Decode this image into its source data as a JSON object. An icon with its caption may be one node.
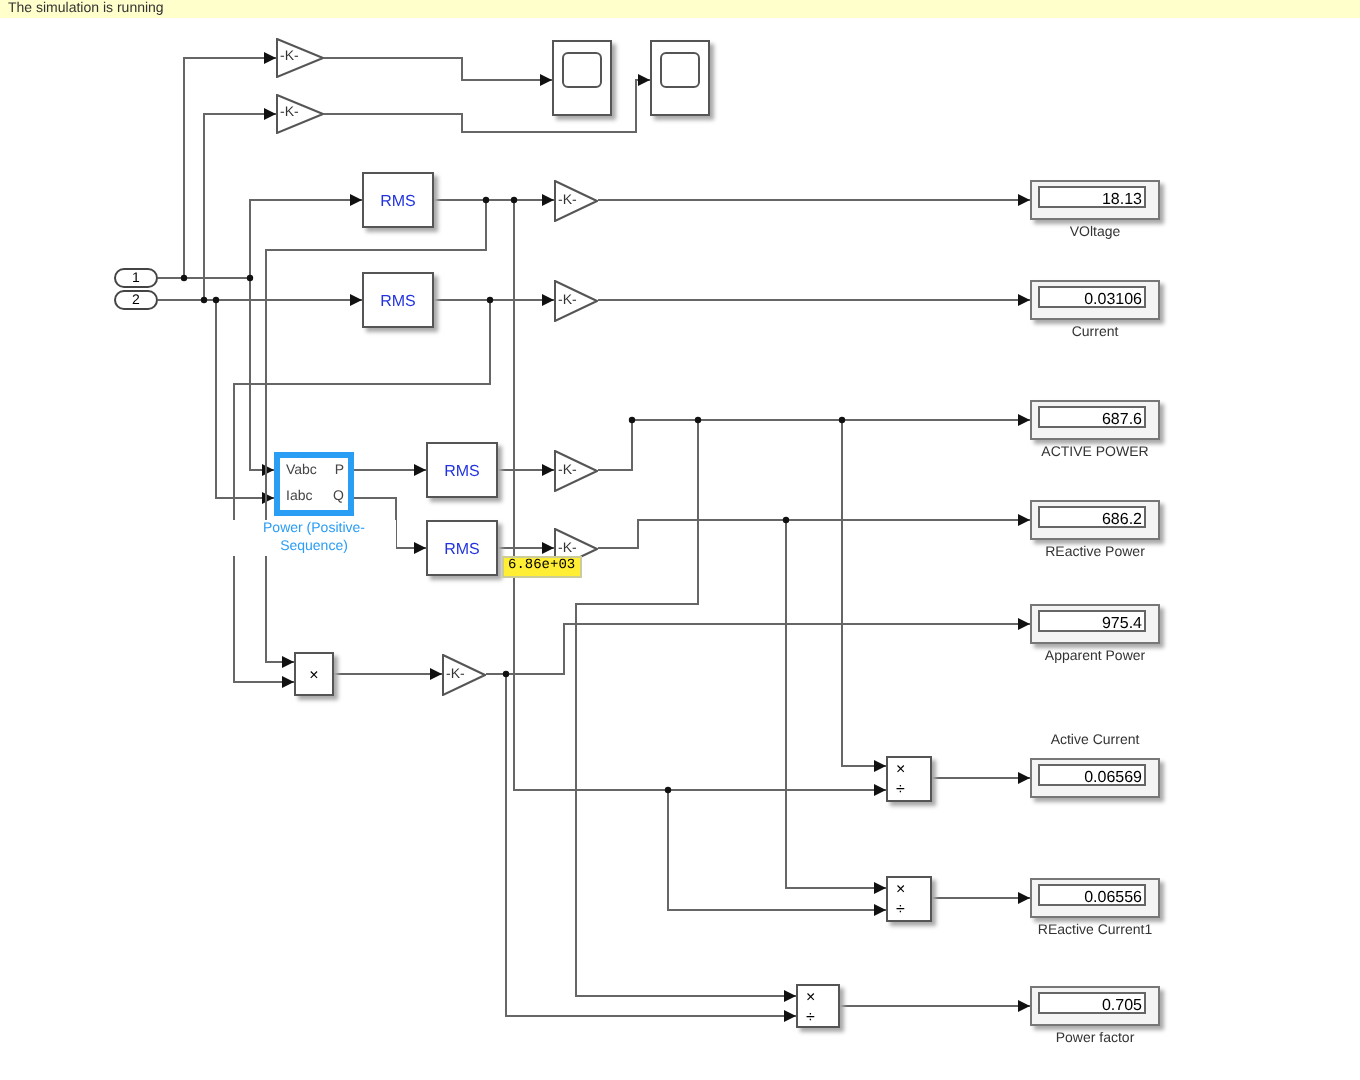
{
  "diagram": {
    "nodes": [
      {
        "text": [
          "1"
        ]
      },
      {
        "text": [
          "2"
        ]
      },
      {
        "text": [
          "-K-"
        ]
      },
      {
        "text": [
          "-K-"
        ]
      },
      {
        "text": [],
        "shape": "box"
      },
      {
        "text": [],
        "shape": "box"
      },
      {
        "text": [
          "RMS"
        ]
      },
      {
        "text": [
          "RMS"
        ]
      },
      {
        "text": [
          "-K-"
        ]
      },
      {
        "text": [
          "-K-"
        ]
      },
      {
        "text": [
          "18.13"
        ],
        "beside": [
          "VOltage"
        ]
      },
      {
        "text": [
          "0.03106"
        ],
        "beside": [
          "Current"
        ]
      },
      {
        "text": [
          "Vabc",
          "Iabc",
          "P",
          "Q"
        ],
        "beside": [
          "Power (Positive-Sequence)"
        ]
      },
      {
        "text": [
          "RMS"
        ]
      },
      {
        "text": [
          "RMS"
        ]
      },
      {
        "text": [
          "-K-"
        ]
      },
      {
        "text": [
          "-K-"
        ]
      },
      {
        "text": [
          "687.6"
        ],
        "beside": [
          "ACTIVE POWER"
        ]
      },
      {
        "text": [
          "686.2"
        ],
        "beside": [
          "REactive Power"
        ]
      },
      {
        "text": [
          "975.4"
        ],
        "beside": [
          "Apparent Power"
        ]
      },
      {
        "text": [
          "×"
        ]
      },
      {
        "text": [
          "-K-"
        ]
      },
      {
        "text": [
          "×",
          "÷"
        ]
      },
      {
        "text": [
          "0.06569"
        ],
        "beside": [
          "Active Current"
        ]
      },
      {
        "text": [
          "×",
          "÷"
        ]
      },
      {
        "text": [
          "0.06556"
        ],
        "beside": [
          "REactive Current1"
        ]
      },
      {
        "text": [
          "×",
          "÷"
        ]
      },
      {
        "text": [
          "0.705"
        ],
        "beside": [
          "Power factor"
        ]
      }
    ],
    "edges": [
      {
        "from": 0,
        "to": 2,
        "arrow": "to"
      },
      {
        "from": 0,
        "to": 6,
        "arrow": "to"
      },
      {
        "from": 0,
        "to": 12,
        "arrow": "to"
      },
      {
        "from": 1,
        "to": 3,
        "arrow": "to"
      },
      {
        "from": 1,
        "to": 7,
        "arrow": "to"
      },
      {
        "from": 1,
        "to": 12,
        "arrow": "to"
      },
      {
        "from": 2,
        "to": 4,
        "arrow": "to"
      },
      {
        "from": 3,
        "to": 5,
        "arrow": "to"
      },
      {
        "from": 6,
        "to": 8,
        "arrow": "to"
      },
      {
        "from": 6,
        "to": 20,
        "arrow": "to"
      },
      {
        "from": 6,
        "to": 22,
        "arrow": "to"
      },
      {
        "from": 6,
        "to": 24,
        "arrow": "to"
      },
      {
        "from": 7,
        "to": 9,
        "arrow": "to"
      },
      {
        "from": 7,
        "to": 20,
        "arrow": "to"
      },
      {
        "from": 8,
        "to": 10,
        "arrow": "to"
      },
      {
        "from": 9,
        "to": 11,
        "arrow": "to"
      },
      {
        "from": 12,
        "to": 13,
        "arrow": "to"
      },
      {
        "from": 12,
        "to": 14,
        "arrow": "to"
      },
      {
        "from": 13,
        "to": 15,
        "arrow": "to"
      },
      {
        "from": 14,
        "to": 16,
        "arrow": "to"
      },
      {
        "from": 15,
        "to": 17,
        "arrow": "to"
      },
      {
        "from": 15,
        "to": 22,
        "arrow": "to"
      },
      {
        "from": 15,
        "to": 26,
        "arrow": "to"
      },
      {
        "from": 16,
        "to": 18,
        "arrow": "to"
      },
      {
        "from": 16,
        "to": 24,
        "arrow": "to"
      },
      {
        "from": 20,
        "to": 21,
        "arrow": "to"
      },
      {
        "from": 21,
        "to": 19,
        "arrow": "to"
      },
      {
        "from": 21,
        "to": 26,
        "arrow": "to"
      },
      {
        "from": 22,
        "to": 23,
        "arrow": "to"
      },
      {
        "from": 24,
        "to": 25,
        "arrow": "to"
      },
      {
        "from": 26,
        "to": 27,
        "arrow": "to"
      }
    ],
    "labels": [
      "The simulation is running",
      "6.86e+03"
    ]
  }
}
